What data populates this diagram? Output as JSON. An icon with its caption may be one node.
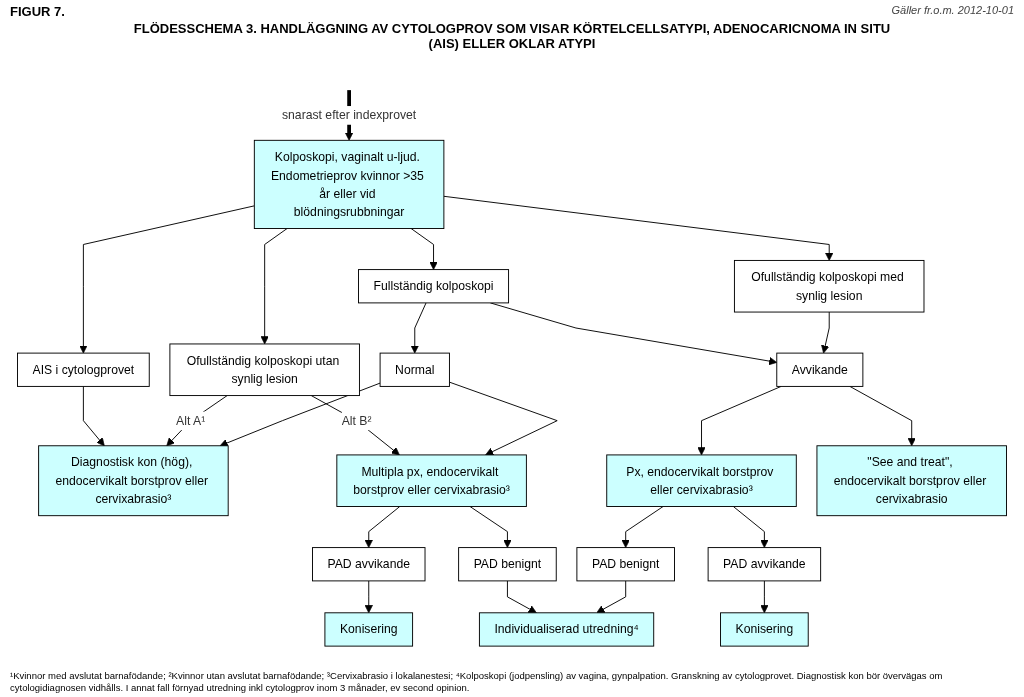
{
  "diagram": {
    "title": "FLÖDESSCHEMA 3. HANDLÄGGNING AV CYTOLOGPROV SOM VISAR KÖRTELCELLSATYPI, ADENOCARICNOMA IN SITU (AIS) ELLER OKLAR ATYPI",
    "caption": "¹Kvinnor med avslutat barnafödande; ²Kvinnor utan avslutat barnafödande; ³Cervixabrasio i lokalanestesi; ⁴Kolposkopi (jodpensling) av vagina, gynpalpation. Granskning av cytologprovet. Diagnostisk kon bör övervägas om cytologidiagnosen vidhålls. I annat fall förnyad utredning inkl cytologprov inom 3 månader, ev second opinion.",
    "nodes": [
      {
        "text": [
          "Kolposkopi, vaginalt u-ljud. Endometrieprov kvinnor >35 år eller vid blödningsrubbningar"
        ]
      },
      {
        "text": [
          "AIS i cytologprovet"
        ]
      },
      {
        "text": [
          "Ofullständig kolposkopi utan synlig lesion"
        ]
      },
      {
        "text": [
          "Fullständig kolposkopi"
        ]
      },
      {
        "text": [
          "Ofullständig kolposkopi med synlig lesion"
        ]
      },
      {
        "text": [
          "Normal"
        ]
      },
      {
        "text": [
          "Avvikande"
        ]
      },
      {
        "text": [
          "Diagnostisk kon (hög), endocervikalt borstprov eller cervixabrasio³"
        ]
      },
      {
        "text": [
          "Multipla px, endocervikalt borstprov eller cervixabrasio³"
        ]
      },
      {
        "text": [
          "Px, endocervikalt borstprov eller cervixabrasio³"
        ]
      },
      {
        "text": [
          "\"See and treat\", endocervikalt borstprov eller cervixabrasio"
        ]
      },
      {
        "text": [
          "PAD avvikande"
        ]
      },
      {
        "text": [
          "PAD benignt"
        ]
      },
      {
        "text": [
          "PAD benignt"
        ]
      },
      {
        "text": [
          "PAD avvikande"
        ]
      },
      {
        "text": [
          "Konisering"
        ]
      },
      {
        "text": [
          "Individualiserad utredning⁴"
        ]
      },
      {
        "text": [
          "Konisering"
        ]
      }
    ],
    "edges": [
      {
        "from": null,
        "to": 0,
        "arrow": "to",
        "label": "snarast efter indexprovet",
        "style": "thick"
      },
      {
        "from": 0,
        "to": 1,
        "arrow": "to"
      },
      {
        "from": 0,
        "to": 2,
        "arrow": "to"
      },
      {
        "from": 0,
        "to": 3,
        "arrow": "to"
      },
      {
        "from": 0,
        "to": 4,
        "arrow": "to"
      },
      {
        "from": 3,
        "to": 5,
        "arrow": "to"
      },
      {
        "from": 3,
        "to": 6,
        "arrow": "to"
      },
      {
        "from": 4,
        "to": 6,
        "arrow": "to"
      },
      {
        "from": 1,
        "to": 7,
        "arrow": "to"
      },
      {
        "from": 2,
        "to": 7,
        "arrow": "to",
        "label": "Alt A¹"
      },
      {
        "from": 2,
        "to": 8,
        "arrow": "to",
        "label": "Alt B²"
      },
      {
        "from": 5,
        "to": 7,
        "arrow": "to"
      },
      {
        "from": 5,
        "to": 8,
        "arrow": "to"
      },
      {
        "from": 6,
        "to": 9,
        "arrow": "to"
      },
      {
        "from": 6,
        "to": 10,
        "arrow": "to"
      },
      {
        "from": 8,
        "to": 11,
        "arrow": "to"
      },
      {
        "from": 8,
        "to": 12,
        "arrow": "to"
      },
      {
        "from": 9,
        "to": 13,
        "arrow": "to"
      },
      {
        "from": 9,
        "to": 14,
        "arrow": "to"
      },
      {
        "from": 11,
        "to": 15,
        "arrow": "to"
      },
      {
        "from": 12,
        "to": 16,
        "arrow": "to"
      },
      {
        "from": 13,
        "to": 16,
        "arrow": "to"
      },
      {
        "from": 14,
        "to": 17,
        "arrow": "to"
      }
    ],
    "labels": [
      "FIGUR 7.",
      "Gäller fr.o.m. 2012-10-01"
    ]
  }
}
